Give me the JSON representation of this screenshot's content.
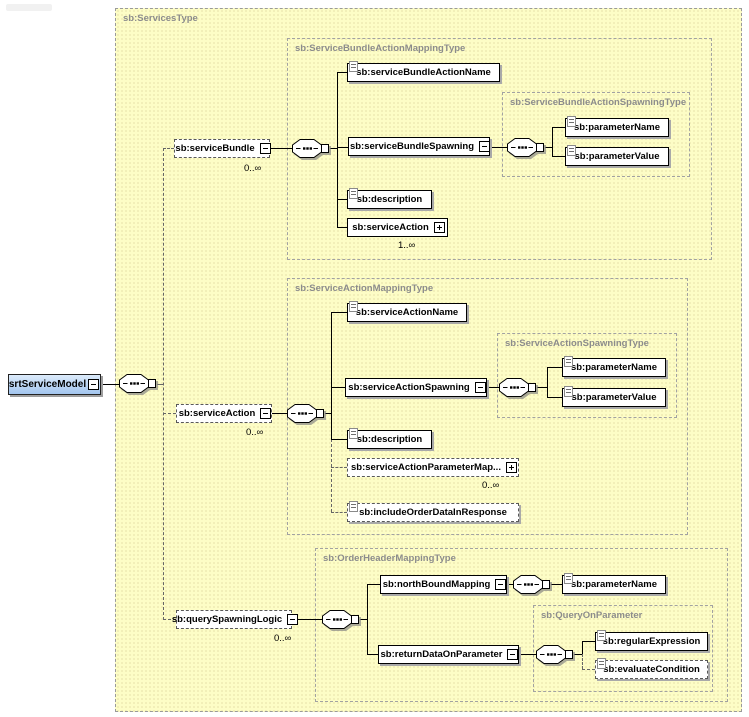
{
  "model": {
    "type_label": "sb:ServicesType"
  },
  "types": {
    "bundle_mapping": "sb:ServiceBundleActionMappingType",
    "bundle_spawning": "sb:ServiceBundleActionSpawningType",
    "action_mapping": "sb:ServiceActionMappingType",
    "action_spawning": "sb:ServiceActionSpawningType",
    "order_header": "sb:OrderHeaderMappingType",
    "query_on_parameter": "sb:QueryOnParameter"
  },
  "elements": {
    "root": "srtServiceModel",
    "service_bundle": "sb:serviceBundle",
    "bundle_action_name": "sb:serviceBundleActionName",
    "bundle_spawning": "sb:serviceBundleSpawning",
    "param_name": "sb:parameterName",
    "param_value": "sb:parameterValue",
    "description": "sb:description",
    "service_action": "sb:serviceAction",
    "action_name": "sb:serviceActionName",
    "action_spawning": "sb:serviceActionSpawning",
    "action_param_map": "sb:serviceActionParameterMap...",
    "include_order_data": "sb:includeOrderDataInResponse",
    "query_spawning_logic": "sb:querySpawningLogic",
    "north_bound_mapping": "sb:northBoundMapping",
    "return_data_on_param": "sb:returnDataOnParameter",
    "regular_expression": "sb:regularExpression",
    "evaluate_condition": "sb:evaluateCondition"
  },
  "occurs": {
    "zero_to_inf": "0..∞",
    "one_to_inf": "1..∞"
  },
  "colors": {
    "model_bg": "#fdfdc6",
    "element_fill": "#ffffff",
    "root_fill": "#b4d0f0",
    "shadow": "#a9a9a9",
    "type_label": "#8c8c8c",
    "border": "#000000"
  }
}
